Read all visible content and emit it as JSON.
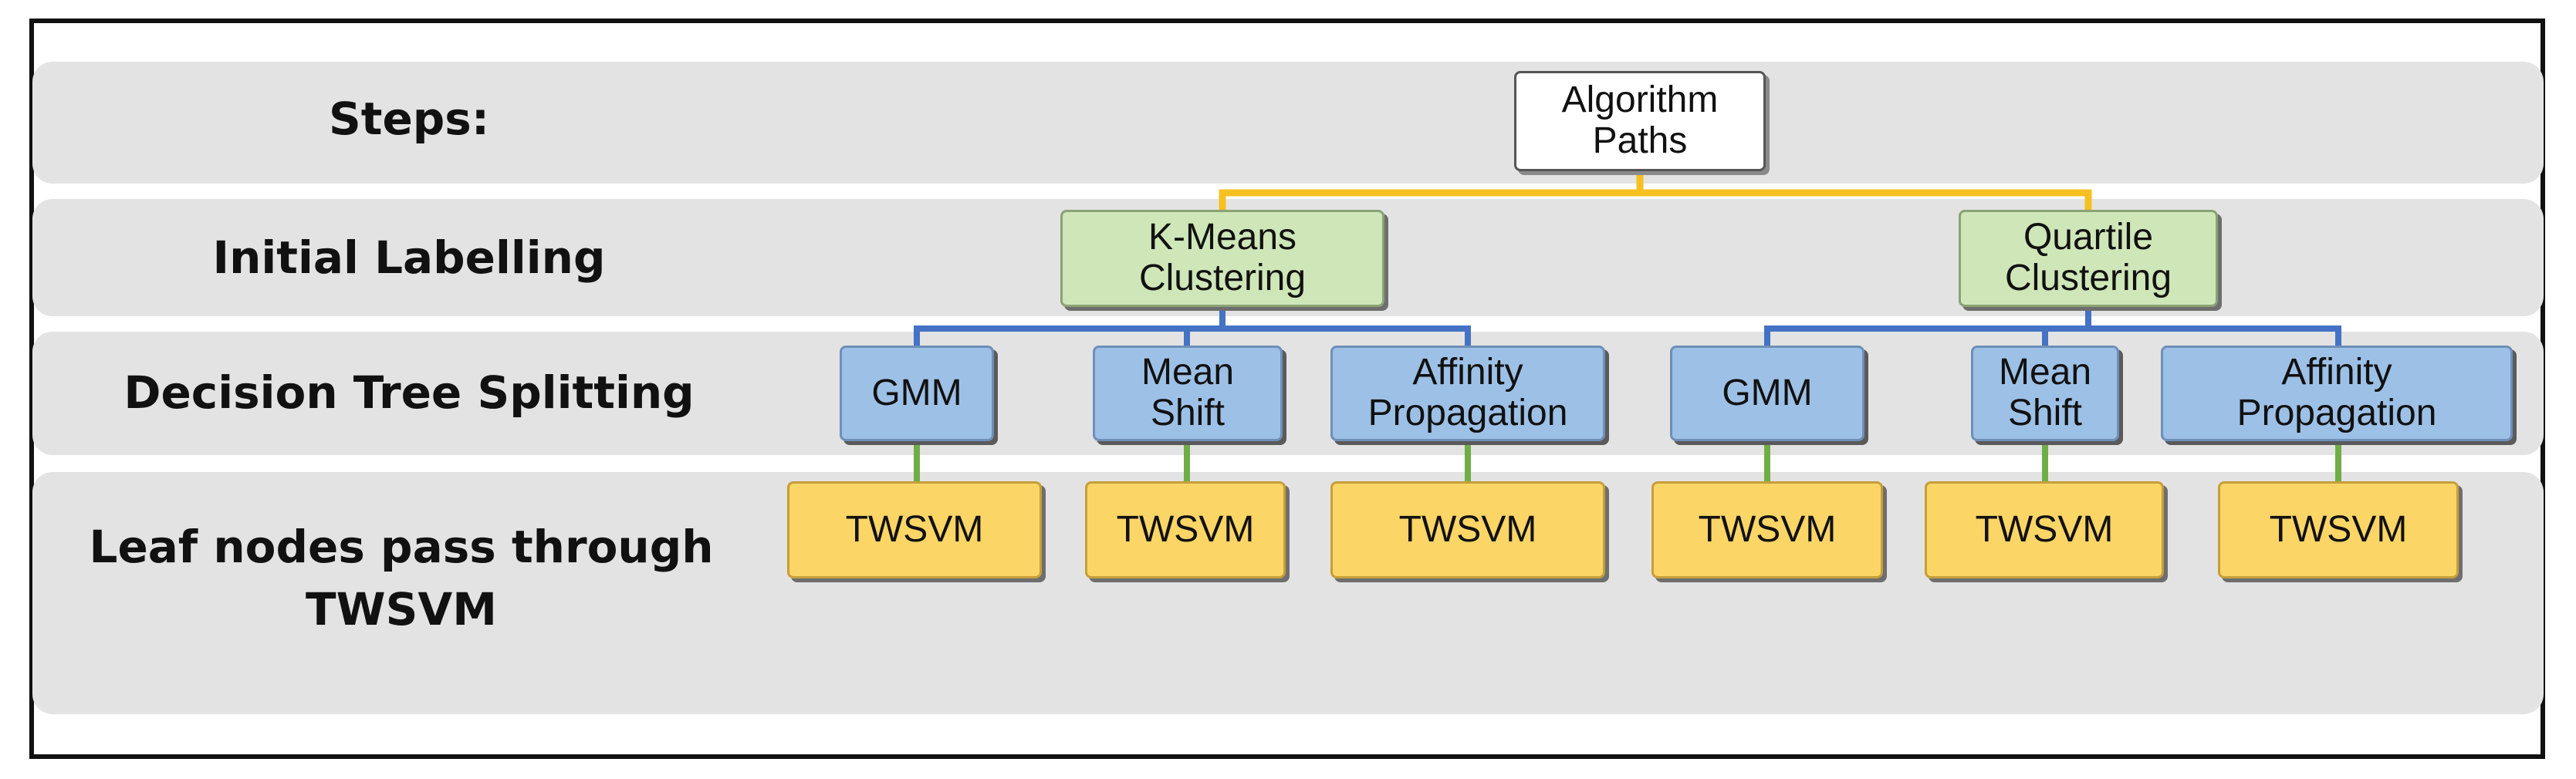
{
  "steps": {
    "header": "Steps:",
    "initial_labelling": "Initial Labelling",
    "decision_tree_splitting": "Decision Tree Splitting",
    "leaf_nodes": "Leaf nodes pass through TWSVM"
  },
  "tree": {
    "root": "Algorithm\nPaths",
    "left": {
      "label": "K-Means\nClustering",
      "children": [
        "GMM",
        "Mean\nShift",
        "Affinity\nPropagation"
      ]
    },
    "right": {
      "label": "Quartile\nClustering",
      "children": [
        "GMM",
        "Mean\nShift",
        "Affinity\nPropagation"
      ]
    },
    "leaf_label": "TWSVM"
  },
  "colors": {
    "root_connector": "#f6c020",
    "branch_connector": "#4472c4",
    "leaf_connector": "#70ad47"
  }
}
